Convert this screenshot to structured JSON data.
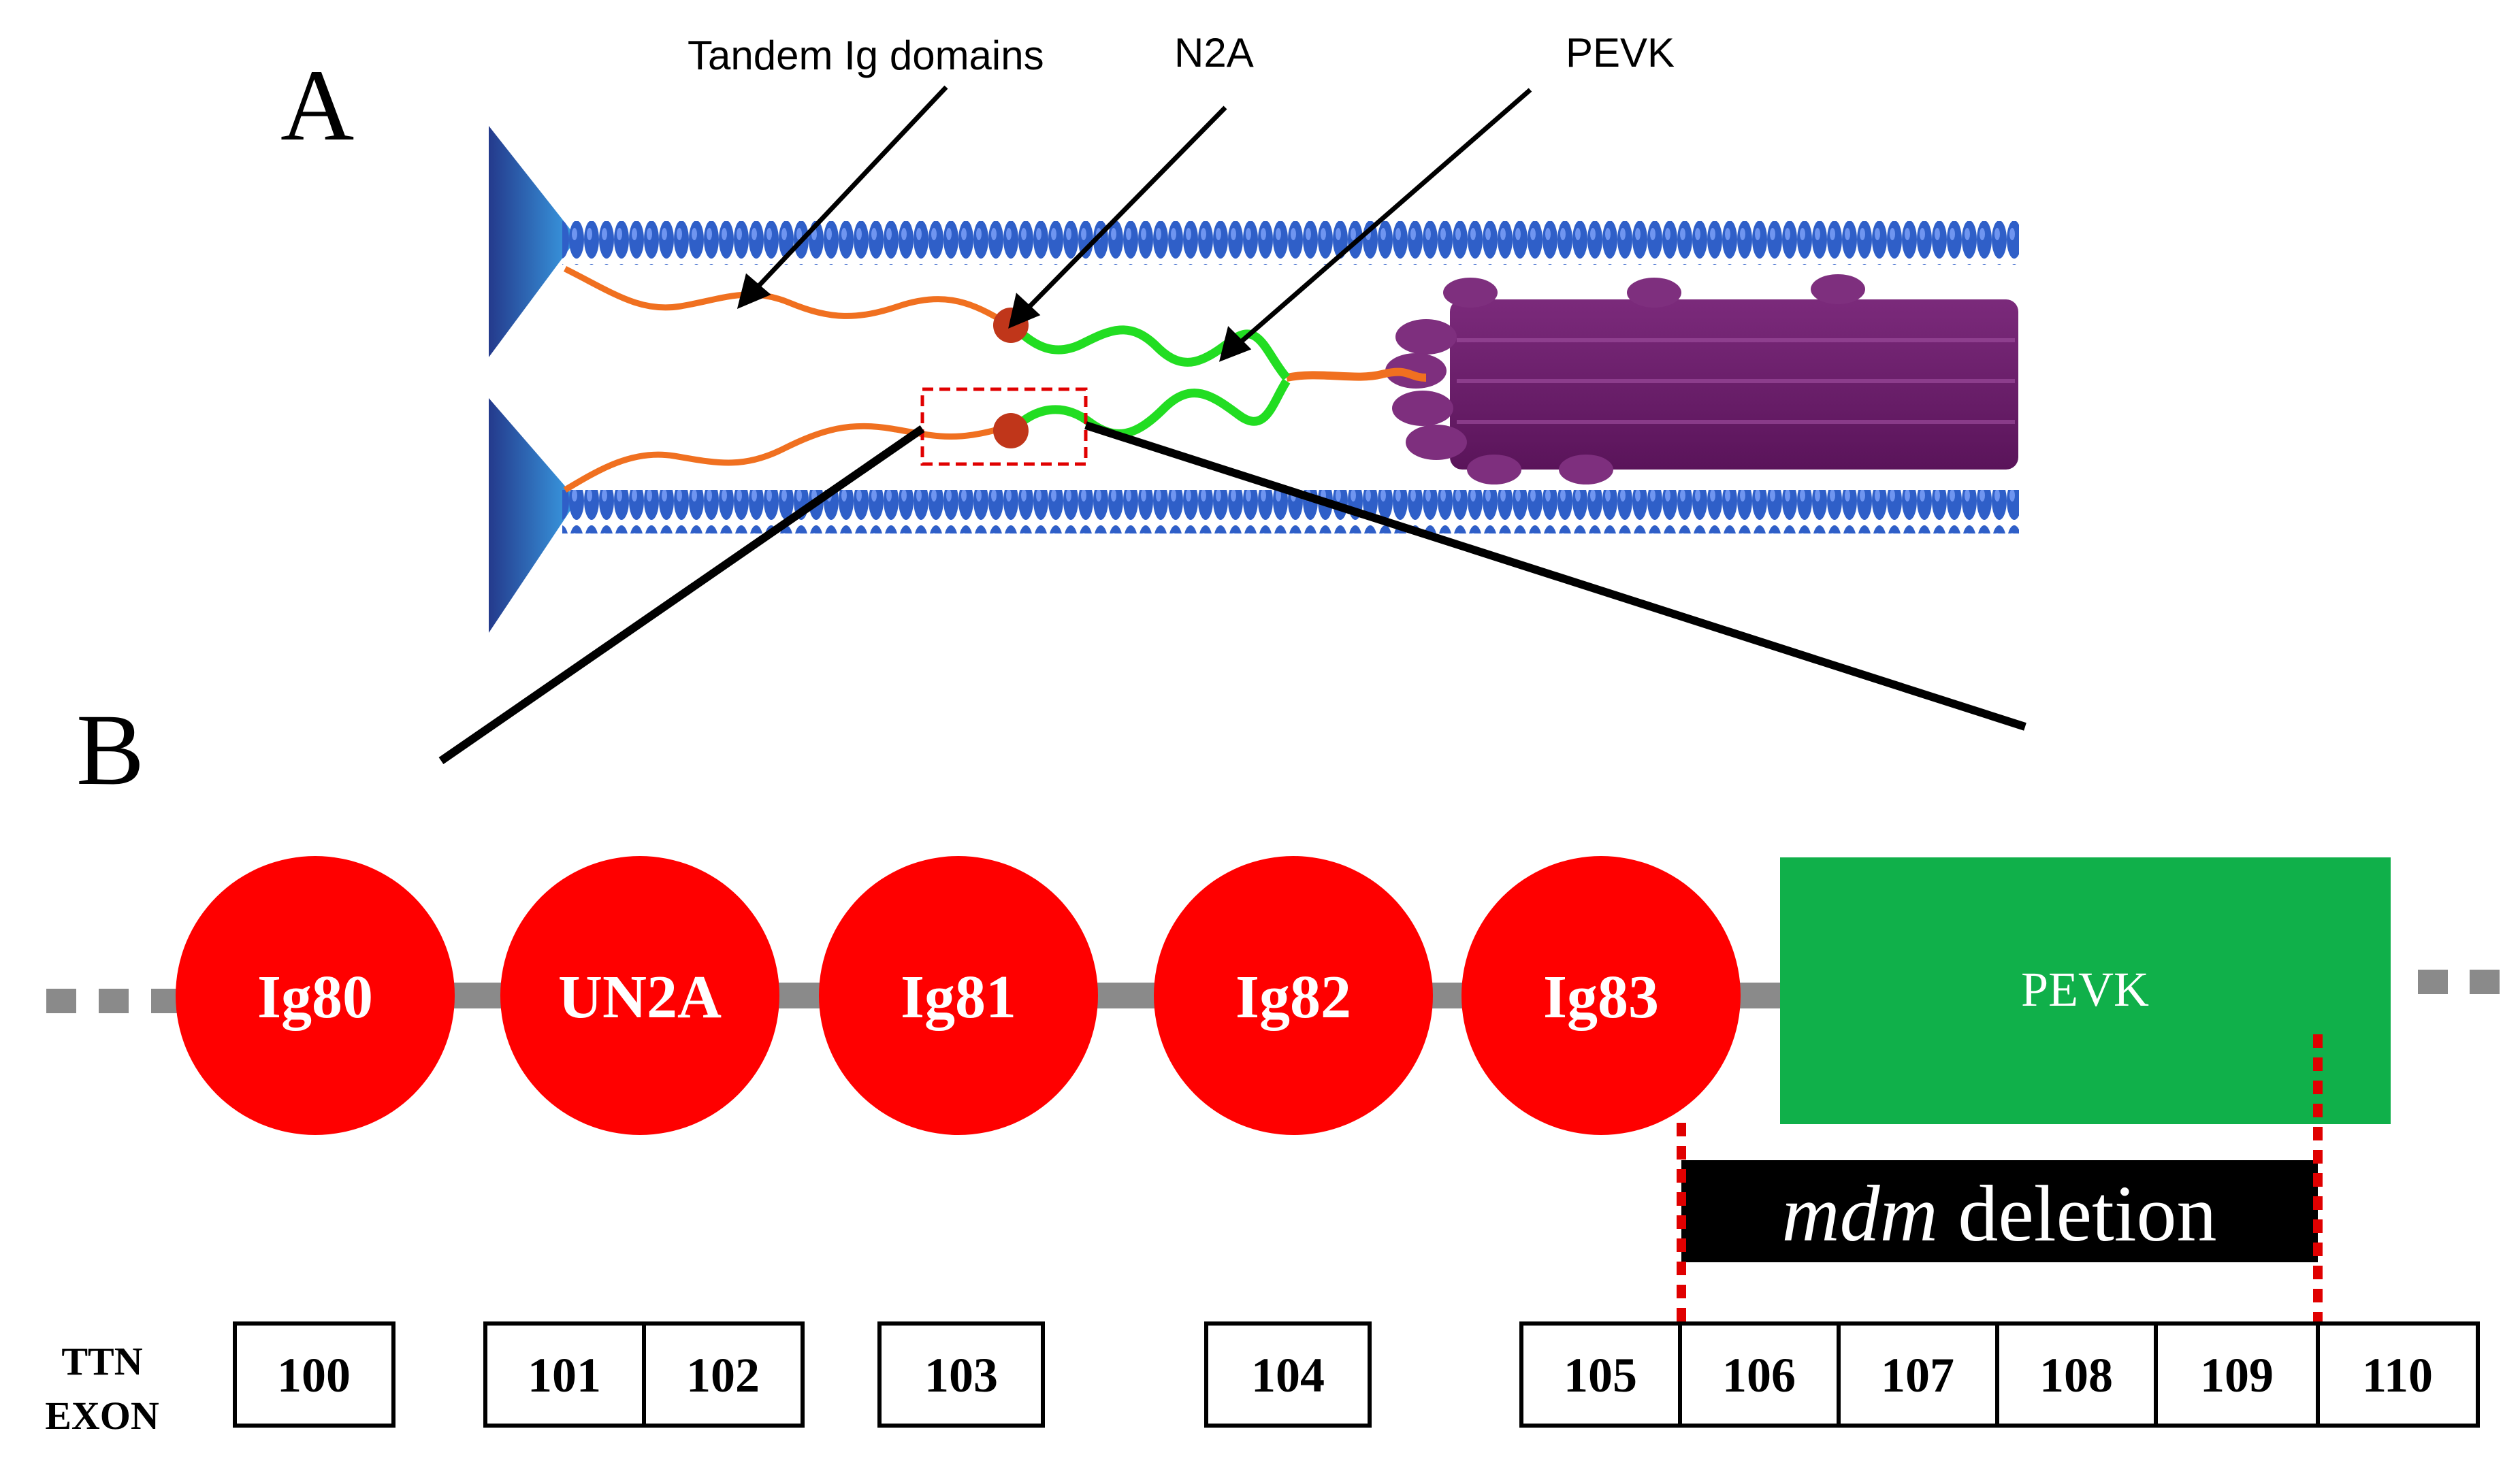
{
  "panel_a": {
    "letter": "A",
    "callouts": {
      "tandem_ig": "Tandem Ig domains",
      "n2a": "N2A",
      "pevk": "PEVK"
    }
  },
  "panel_b": {
    "letter": "B",
    "domains": [
      "Ig80",
      "UN2A",
      "Ig81",
      "Ig82",
      "Ig83"
    ],
    "pevk_label": "PEVK",
    "deletion": {
      "italic": "mdm",
      "rest": " deletion"
    },
    "exon_label": [
      "TTN",
      "EXON"
    ],
    "exons": [
      "100",
      "101",
      "102",
      "103",
      "104",
      "105",
      "106",
      "107",
      "108",
      "109",
      "110"
    ]
  },
  "colors": {
    "ig_domain": "#ff0000",
    "pevk_box": "#10b04a",
    "pevk_strand": "#22dd22",
    "tandem_ig_strand": "#f07020",
    "n2a_bead": "#c0361a",
    "actin": "#2f5fc8",
    "z_disc": "#2a3f9a",
    "myosin": "#6a1a6a",
    "linker": "#8a8a8a",
    "deletion_bar": "#000000",
    "deletion_bounds": "#e00000"
  }
}
